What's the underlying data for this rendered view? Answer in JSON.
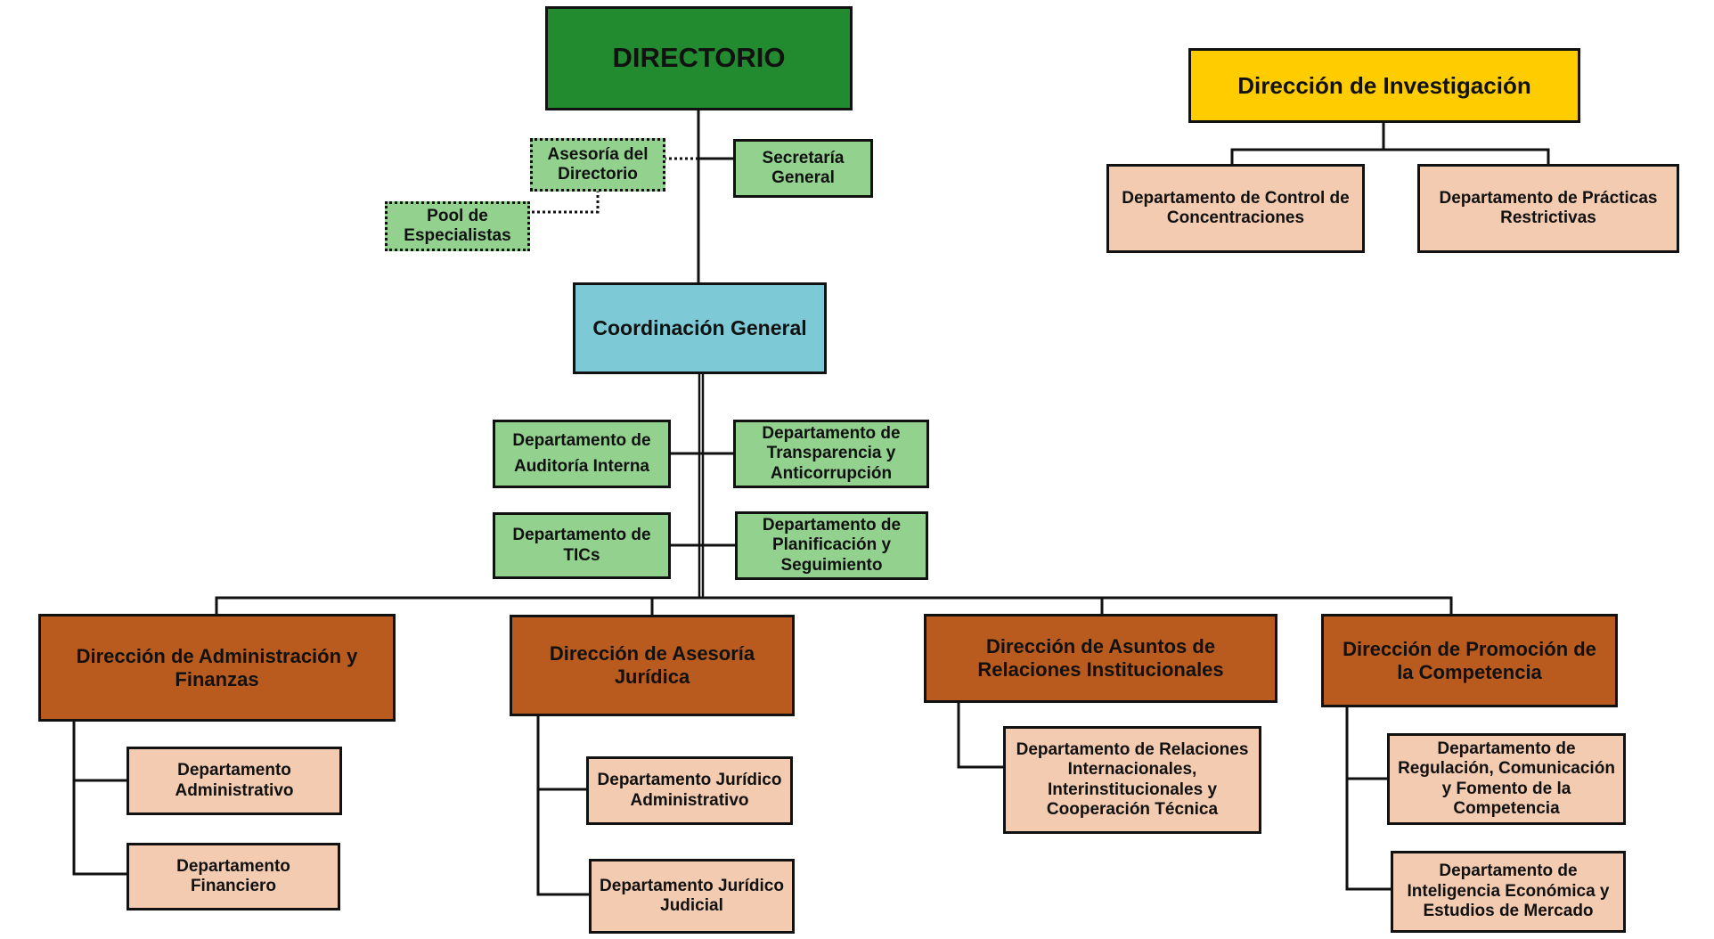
{
  "colors": {
    "board": "#228B2F",
    "investigation": "#FFCC00",
    "coordination": "#7DCAD6",
    "support_units": "#93D18F",
    "directorates": "#B95A1F",
    "departments": "#F3CBB1"
  },
  "board": {
    "title": "DIRECTORIO",
    "advisory": "Asesoría del\nDirectorio",
    "specialists_pool": "Pool de\nEspecialistas",
    "secretary": "Secretaría\nGeneral"
  },
  "investigation": {
    "title": "Dirección de Investigación",
    "departments": [
      "Departamento de Control de\nConcentraciones",
      "Departamento de Prácticas\nRestrictivas"
    ]
  },
  "coordination": {
    "title": "Coordinación General",
    "units": [
      "Departamento de\nAuditoría Interna",
      "Departamento de\nTransparencia y\nAnticorrupción",
      "Departamento de\nTICs",
      "Departamento de\nPlanificación y\nSeguimiento"
    ]
  },
  "directorates": [
    {
      "title": "Dirección de Administración y\nFinanzas",
      "departments": [
        "Departamento\nAdministrativo",
        "Departamento\nFinanciero"
      ]
    },
    {
      "title": "Dirección de Asesoría\nJurídica",
      "departments": [
        "Departamento Jurídico\nAdministrativo",
        "Departamento Jurídico\nJudicial"
      ]
    },
    {
      "title": "Dirección de Asuntos de\nRelaciones Institucionales",
      "departments": [
        "Departamento de Relaciones\nInternacionales,\nInterinstitucionales y\nCooperación Técnica"
      ]
    },
    {
      "title": "Dirección de Promoción de\nla Competencia",
      "departments": [
        "Departamento de\nRegulación, Comunicación\ny Fomento de la\nCompetencia",
        "Departamento de\nInteligencia Económica y\nEstudios de Mercado"
      ]
    }
  ]
}
